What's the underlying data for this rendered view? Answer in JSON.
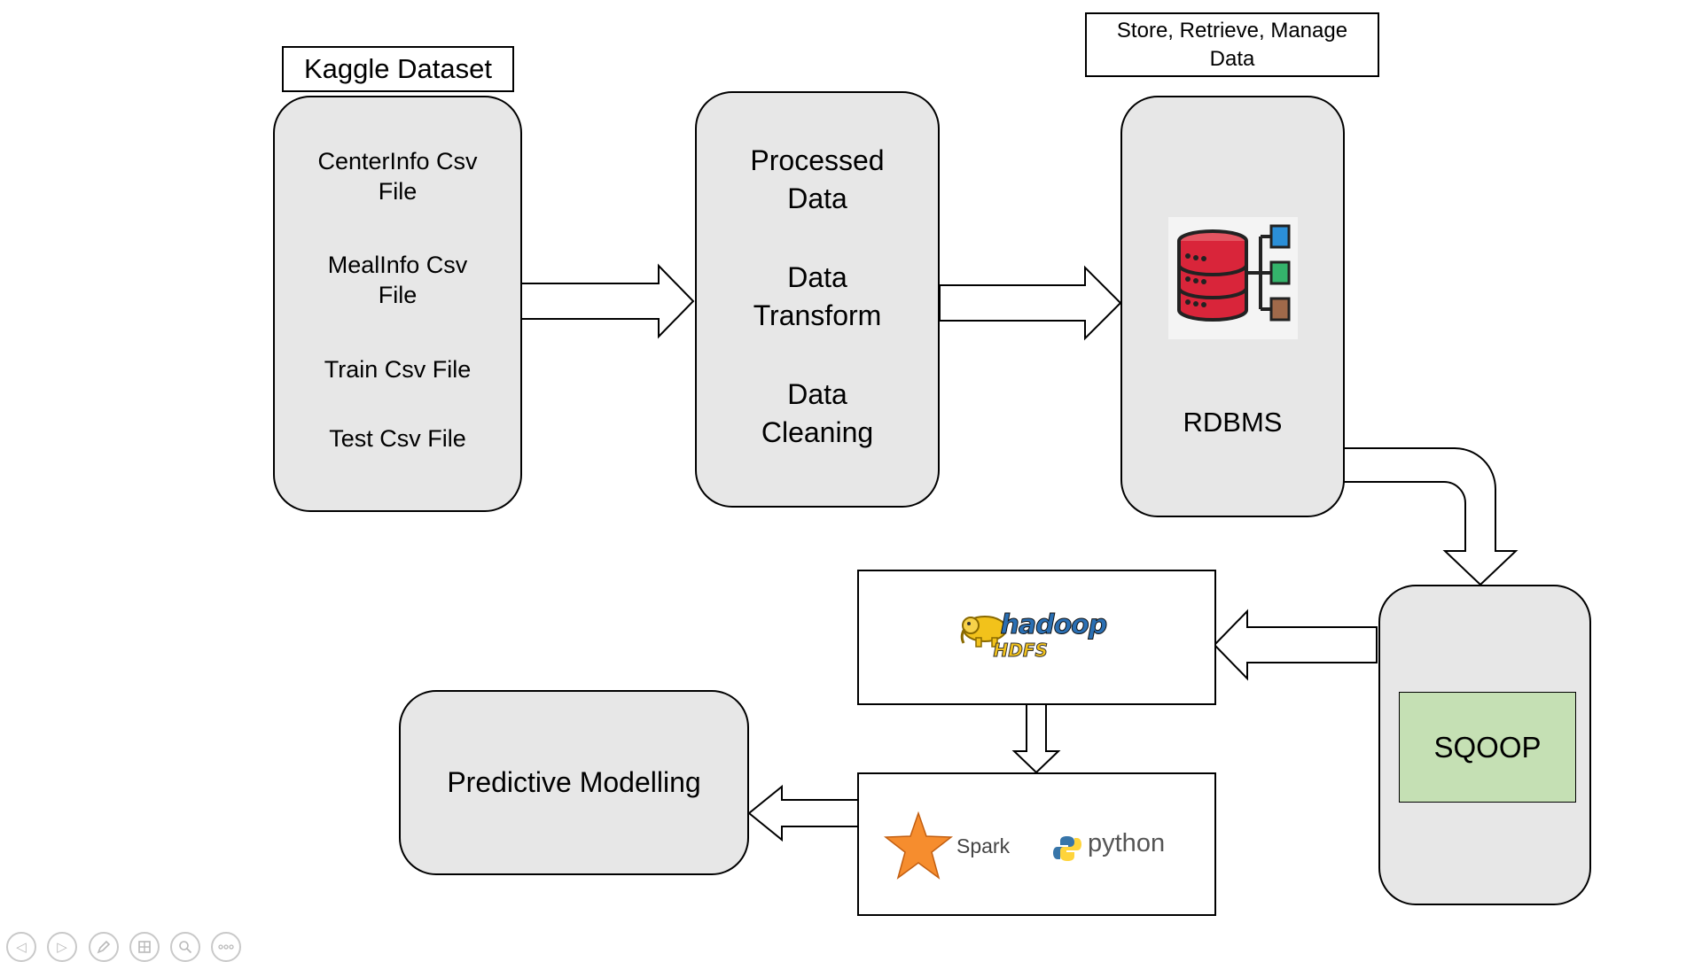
{
  "kaggle": {
    "label": "Kaggle Dataset",
    "files": [
      [
        "CenterInfo Csv",
        "File"
      ],
      [
        "MealInfo Csv",
        "File"
      ],
      [
        "Train Csv File"
      ],
      [
        "Test Csv File"
      ]
    ]
  },
  "processing": {
    "items": [
      [
        "Processed",
        "Data"
      ],
      [
        "Data",
        "Transform"
      ],
      [
        "Data",
        "Cleaning"
      ]
    ]
  },
  "rdbms": {
    "caption_line1": "Store, Retrieve, Manage",
    "caption_line2": "Data",
    "label": "RDBMS",
    "icon": "database-icon"
  },
  "sqoop": {
    "label": "SQOOP",
    "fill": "#c5e0b4"
  },
  "hdfs": {
    "logo_word": "hadoop",
    "logo_sub": "HDFS",
    "icon": "hadoop-elephant-icon"
  },
  "tools": {
    "spark": "Spark",
    "python": "python"
  },
  "predictive": {
    "label": "Predictive Modelling"
  },
  "toolbar": {
    "icons": [
      "prev-icon",
      "next-icon",
      "pen-icon",
      "slides-icon",
      "zoom-icon",
      "more-icon"
    ]
  },
  "colors": {
    "box_fill": "#e7e7e7",
    "sqoop_green": "#c5e0b4",
    "db_red": "#d9253a",
    "spark_orange": "#f68d2e",
    "python_blue": "#3775a9",
    "python_yellow": "#ffd43b",
    "hadoop_yellow": "#f2c21b",
    "hadoop_blue": "#2a6fb3"
  }
}
